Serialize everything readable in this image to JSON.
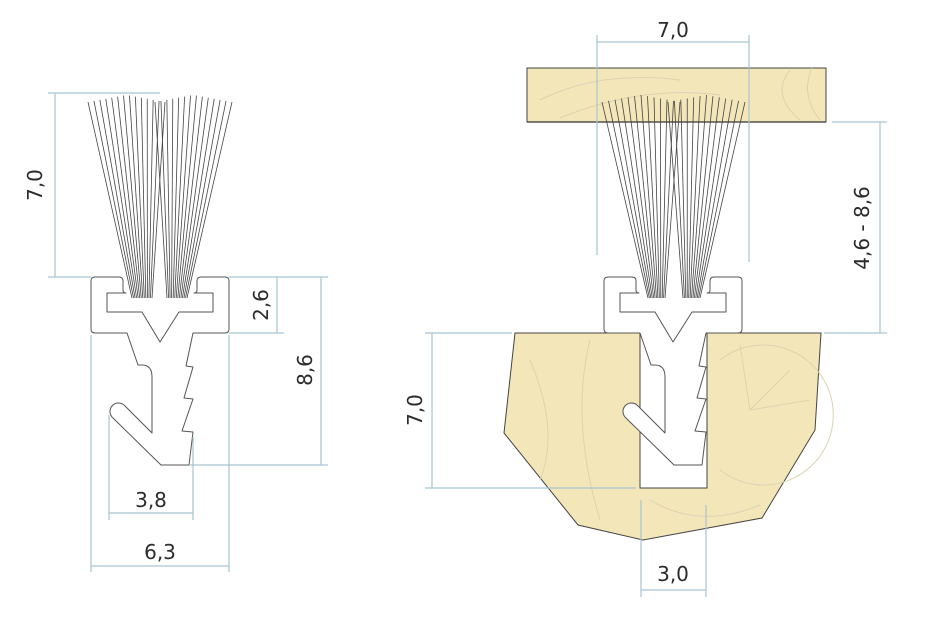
{
  "left_drawing": {
    "brush_height": "7,0",
    "head_height": "2,6",
    "total_height": "8,6",
    "stem_width": "3,8",
    "head_width": "6,3"
  },
  "right_drawing": {
    "brush_height": "7,0",
    "gap_range": "4,6 - 8,6",
    "groove_depth": "7,0",
    "groove_width": "3,0"
  },
  "colors": {
    "wood": "#f3e6b9",
    "dimension": "#a8c3d2",
    "outline": "#555555"
  }
}
